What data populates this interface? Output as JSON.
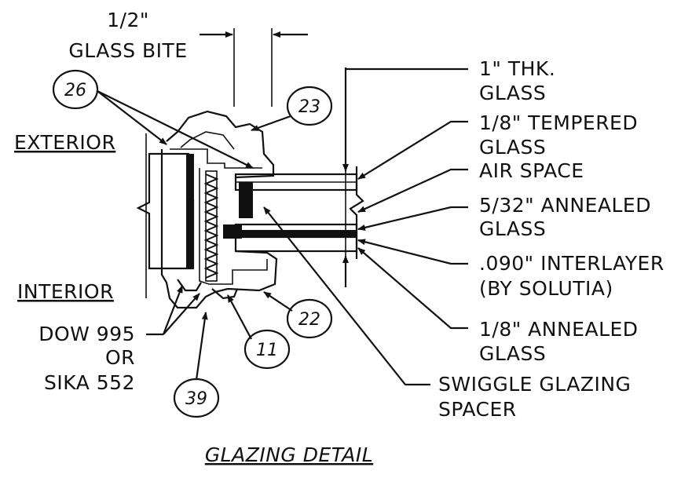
{
  "labels": {
    "glass_bite_line1": "1/2\"",
    "glass_bite_line2": "GLASS BITE",
    "exterior": "EXTERIOR",
    "interior": "INTERIOR",
    "thk_glass_line1": "1\" THK.",
    "thk_glass_line2": "GLASS",
    "tempered_line1": "1/8\" TEMPERED",
    "tempered_line2": "GLASS",
    "air_space": "AIR SPACE",
    "annealed_532_line1": "5/32\" ANNEALED",
    "annealed_532_line2": "GLASS",
    "interlayer_line1": ".090\" INTERLAYER",
    "interlayer_line2": "(BY SOLUTIA)",
    "annealed_18_line1": "1/8\" ANNEALED",
    "annealed_18_line2": "GLASS",
    "sealant_line1": "DOW 995",
    "sealant_line2": "OR",
    "sealant_line3": "SIKA 552",
    "spacer_line1": "SWIGGLE GLAZING",
    "spacer_line2": "SPACER",
    "title": "GLAZING DETAIL"
  },
  "callouts": {
    "c26": "26",
    "c23": "23",
    "c22": "22",
    "c11": "11",
    "c39": "39"
  }
}
